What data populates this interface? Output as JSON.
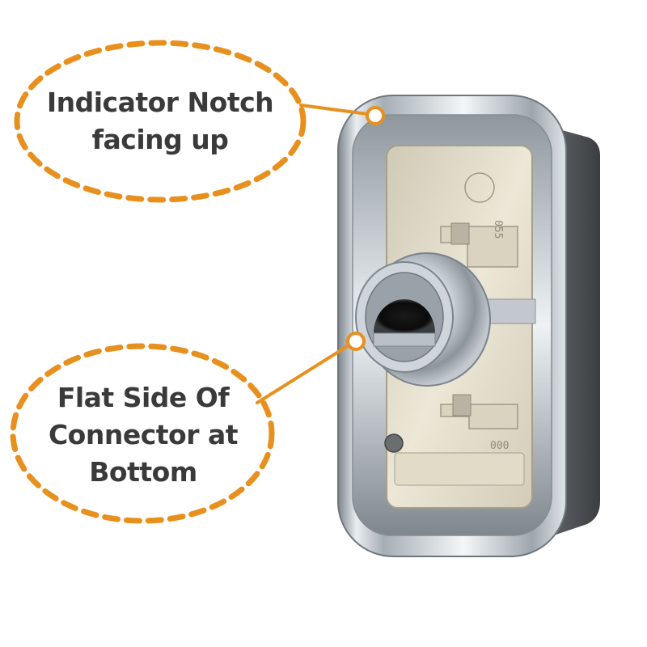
{
  "callouts": {
    "top": {
      "lines": [
        "Indicator Notch",
        "facing up"
      ]
    },
    "bottom": {
      "lines": [
        "Flat Side Of",
        "Connector at",
        "Bottom"
      ]
    }
  },
  "molded_marks": {
    "upper": "055",
    "lower": "000"
  },
  "colors": {
    "accent": "#E8901E",
    "label_text": "#3A3A3A",
    "chrome": "#C9CFD4",
    "plastic": "#E6E0CD",
    "housing": "#4A4D50",
    "bore": "#141414"
  }
}
